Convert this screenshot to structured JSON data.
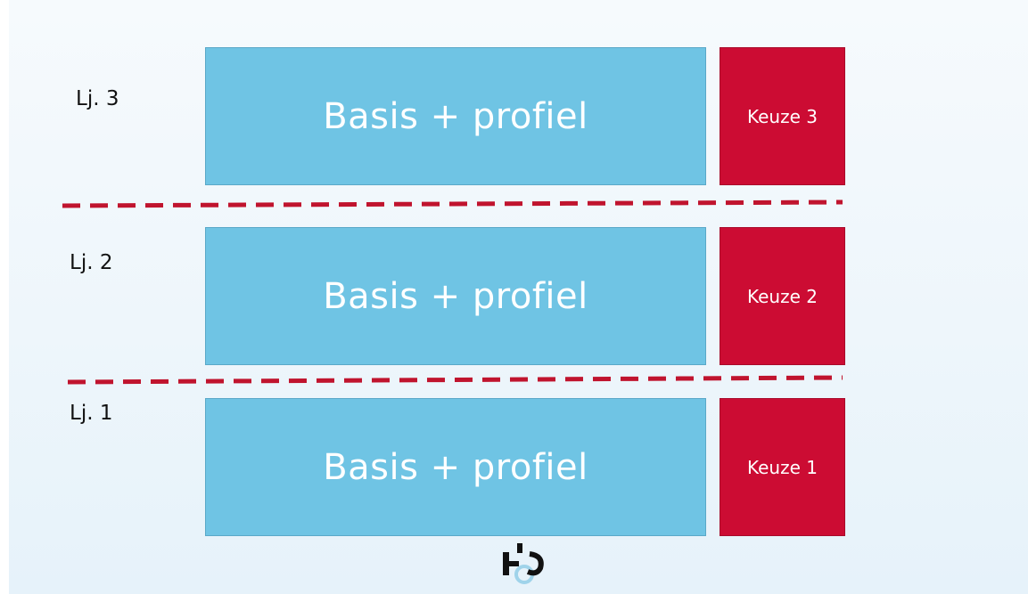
{
  "rows": [
    {
      "year_label": "Lj. 3",
      "basis_label": "Basis + profiel",
      "keuze_label": "Keuze 3"
    },
    {
      "year_label": "Lj. 2",
      "basis_label": "Basis + profiel",
      "keuze_label": "Keuze 2"
    },
    {
      "year_label": "Lj. 1",
      "basis_label": "Basis + profiel",
      "keuze_label": "Keuze 1"
    }
  ],
  "colors": {
    "basis": "#6fc4e4",
    "keuze": "#cc0c33",
    "divider": "#c0142e"
  },
  "logo": {
    "icon": "school-logo-icon"
  }
}
